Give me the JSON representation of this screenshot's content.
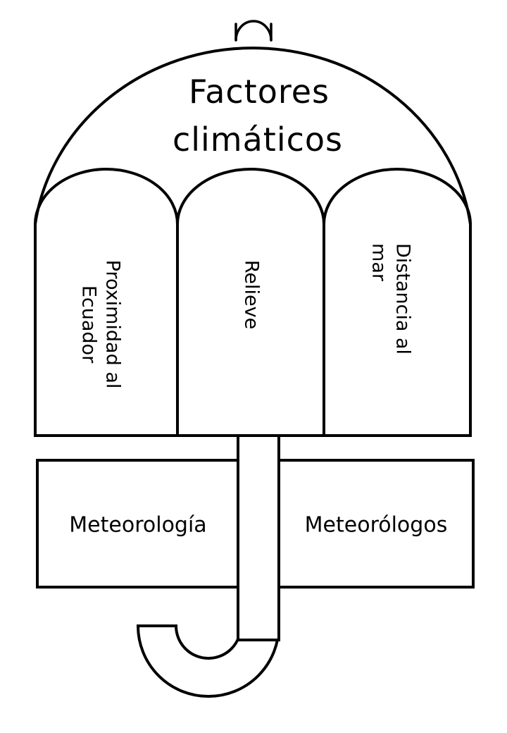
{
  "diagram": {
    "type": "umbrella-graphic-organizer",
    "subject": "Factores climáticos",
    "title": {
      "line1": "Factores",
      "line2": "climáticos"
    },
    "canopy_panels": [
      {
        "id": "panel-1",
        "label_line1": "Proximidad al",
        "label_line2": "Ecuador",
        "orientation": "vertical-rotated-90"
      },
      {
        "id": "panel-2",
        "label_line1": "Relieve",
        "label_line2": "",
        "orientation": "vertical-rotated-90"
      },
      {
        "id": "panel-3",
        "label_line1": "Distancia al",
        "label_line2": "mar",
        "orientation": "vertical-rotated-90"
      }
    ],
    "base_boxes": [
      {
        "id": "box-left",
        "label": "Meteorología"
      },
      {
        "id": "box-right",
        "label": "Meteorólogos"
      }
    ],
    "parts": {
      "ferrule": "ferrule-loop",
      "shaft": "umbrella-shaft",
      "handle": "umbrella-hook-handle"
    },
    "colors": {
      "stroke": "#000000",
      "fill": "#ffffff",
      "text": "#000000"
    }
  }
}
